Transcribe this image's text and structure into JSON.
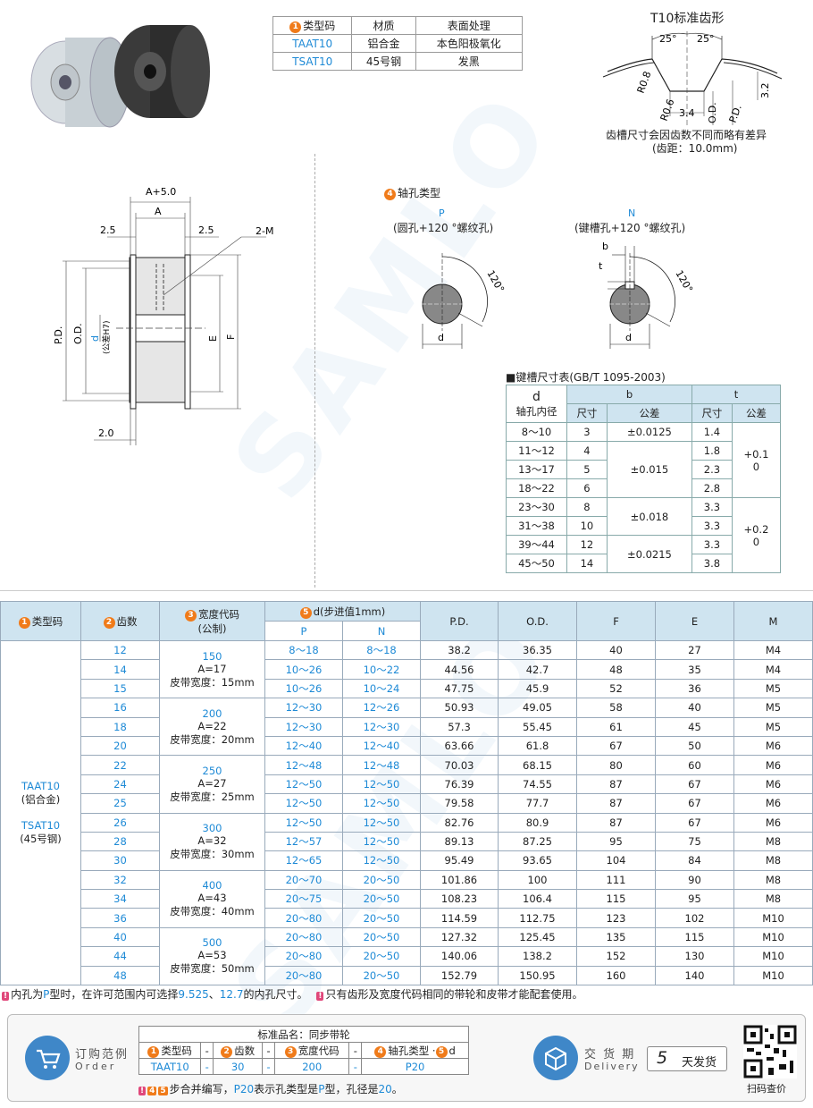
{
  "material_table": {
    "headers": [
      "类型码",
      "材质",
      "表面处理"
    ],
    "rows": [
      [
        "TAAT10",
        "铝合金",
        "本色阳极氧化"
      ],
      [
        "TSAT10",
        "45号钢",
        "发黑"
      ]
    ]
  },
  "tooth_profile": {
    "title": "T10标准齿形",
    "labels": [
      "25°",
      "25°",
      "R0.8",
      "R0.6",
      "3.4",
      "O.D.",
      "P.D.",
      "3.2"
    ],
    "note1": "齿槽尺寸会因齿数不同而略有差异",
    "note2": "(齿距：10.0mm)"
  },
  "drawing": {
    "labels": [
      "A+5.0",
      "A",
      "2.5",
      "2.5",
      "2-M",
      "P.D.",
      "O.D.",
      "d",
      "(公差H7)",
      "E",
      "F",
      "2.0"
    ]
  },
  "shaft_hole": {
    "title": "轴孔类型",
    "p_code": "P",
    "p_desc": "(圆孔+120 °螺纹孔)",
    "n_code": "N",
    "n_desc": "(键槽孔+120 °螺纹孔)",
    "angle": "120°",
    "d": "d",
    "b": "b",
    "t": "t"
  },
  "key_table": {
    "title": "■键槽尺寸表(GB/T 1095-2003)",
    "h_d": "d",
    "h_d2": "轴孔内径",
    "h_b": "b",
    "h_t": "t",
    "sub": [
      "尺寸",
      "公差",
      "尺寸",
      "公差"
    ],
    "rows": [
      [
        "8～10",
        "3",
        "±0.0125",
        "1.4"
      ],
      [
        "11～12",
        "4",
        "",
        "1.8"
      ],
      [
        "13～17",
        "5",
        "±0.015",
        "2.3"
      ],
      [
        "18～22",
        "6",
        "",
        "2.8"
      ],
      [
        "23～30",
        "8",
        "±0.018",
        "3.3"
      ],
      [
        "31～38",
        "10",
        "",
        "3.3"
      ],
      [
        "39～44",
        "12",
        "±0.0215",
        "3.3"
      ],
      [
        "45～50",
        "14",
        "",
        "3.8"
      ]
    ],
    "t_tol1a": "+0.1",
    "t_tol1b": "0",
    "t_tol2a": "+0.2",
    "t_tol2b": "0"
  },
  "main_table": {
    "h1": "类型码",
    "h2": "齿数",
    "h3": "宽度代码",
    "h3b": "(公制)",
    "h5": "d(步进值1mm)",
    "hp": "P",
    "hn": "N",
    "hpd": "P.D.",
    "hod": "O.D.",
    "hf": "F",
    "he": "E",
    "hm": "M",
    "type1": "TAAT10",
    "type1b": "(铝合金)",
    "type2": "TSAT10",
    "type2b": "(45号钢)",
    "widths": [
      {
        "code": "150",
        "a": "A=17",
        "belt": "皮带宽度：15mm"
      },
      {
        "code": "200",
        "a": "A=22",
        "belt": "皮带宽度：20mm"
      },
      {
        "code": "250",
        "a": "A=27",
        "belt": "皮带宽度：25mm"
      },
      {
        "code": "300",
        "a": "A=32",
        "belt": "皮带宽度：30mm"
      },
      {
        "code": "400",
        "a": "A=43",
        "belt": "皮带宽度：40mm"
      },
      {
        "code": "500",
        "a": "A=53",
        "belt": "皮带宽度：50mm"
      }
    ],
    "rows": [
      [
        "12",
        "8～18",
        "8～18",
        "38.2",
        "36.35",
        "40",
        "27",
        "M4"
      ],
      [
        "14",
        "10～26",
        "10～22",
        "44.56",
        "42.7",
        "48",
        "35",
        "M4"
      ],
      [
        "15",
        "10～26",
        "10～24",
        "47.75",
        "45.9",
        "52",
        "36",
        "M5"
      ],
      [
        "16",
        "12～30",
        "12～26",
        "50.93",
        "49.05",
        "58",
        "40",
        "M5"
      ],
      [
        "18",
        "12～30",
        "12～30",
        "57.3",
        "55.45",
        "61",
        "45",
        "M5"
      ],
      [
        "20",
        "12～40",
        "12～40",
        "63.66",
        "61.8",
        "67",
        "50",
        "M6"
      ],
      [
        "22",
        "12～48",
        "12～48",
        "70.03",
        "68.15",
        "80",
        "60",
        "M6"
      ],
      [
        "24",
        "12～50",
        "12～50",
        "76.39",
        "74.55",
        "87",
        "67",
        "M6"
      ],
      [
        "25",
        "12～50",
        "12～50",
        "79.58",
        "77.7",
        "87",
        "67",
        "M6"
      ],
      [
        "26",
        "12～50",
        "12～50",
        "82.76",
        "80.9",
        "87",
        "67",
        "M6"
      ],
      [
        "28",
        "12～57",
        "12～50",
        "89.13",
        "87.25",
        "95",
        "75",
        "M8"
      ],
      [
        "30",
        "12～65",
        "12～50",
        "95.49",
        "93.65",
        "104",
        "84",
        "M8"
      ],
      [
        "32",
        "20～70",
        "20～50",
        "101.86",
        "100",
        "111",
        "90",
        "M8"
      ],
      [
        "34",
        "20～75",
        "20～50",
        "108.23",
        "106.4",
        "115",
        "95",
        "M8"
      ],
      [
        "36",
        "20～80",
        "20～50",
        "114.59",
        "112.75",
        "123",
        "102",
        "M10"
      ],
      [
        "40",
        "20～80",
        "20～50",
        "127.32",
        "125.45",
        "135",
        "115",
        "M10"
      ],
      [
        "44",
        "20～80",
        "20～50",
        "140.06",
        "138.2",
        "152",
        "130",
        "M10"
      ],
      [
        "48",
        "20～80",
        "20～50",
        "152.79",
        "150.95",
        "160",
        "140",
        "M10"
      ]
    ]
  },
  "notes": {
    "n1a": "内孔为",
    "n1b": "P",
    "n1c": "型时，在许可范围内可选择",
    "n1d": "9.525",
    "n1e": "、",
    "n1f": "12.7",
    "n1g": "的内孔尺寸。",
    "n2": "只有齿形及宽度代码相同的带轮和皮带才能配套使用。"
  },
  "order": {
    "title_cn": "订购范例",
    "title_en": "Order",
    "std_name": "标准品名：同步带轮",
    "h": [
      "类型码",
      "-",
      "齿数",
      "-",
      "宽度代码",
      "-",
      "轴孔类型 ·",
      "d"
    ],
    "v": [
      "TAAT10",
      "-",
      "30",
      "-",
      "200",
      "-",
      "P20"
    ],
    "note_a": "步合并编写，",
    "note_b": "P20",
    "note_c": "表示孔类型是",
    "note_d": "P",
    "note_e": "型，孔径是",
    "note_f": "20",
    "note_g": "。"
  },
  "delivery": {
    "cn": "交 货 期",
    "en": "Delivery",
    "days": "5",
    "unit": "天发货"
  },
  "qr": {
    "label": "扫码查价"
  },
  "watermark": "SAMLO"
}
